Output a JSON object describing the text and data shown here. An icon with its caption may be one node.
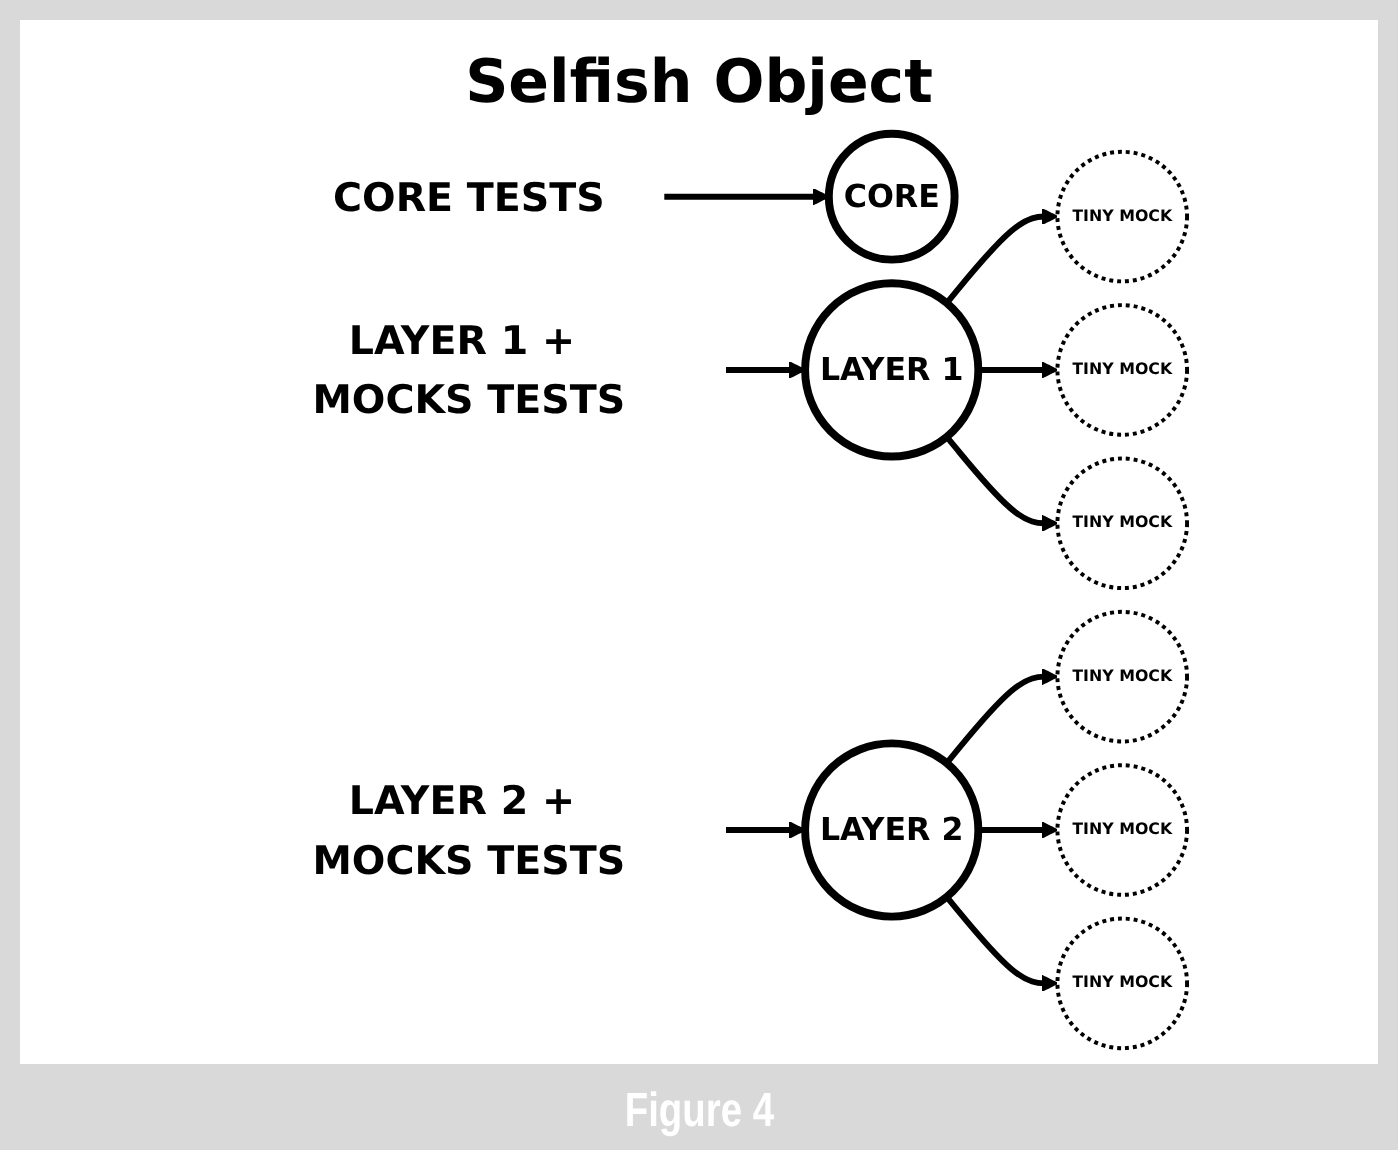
{
  "diagram": {
    "title": "Selfish Object",
    "caption": "Figure 4",
    "nodes": [
      {
        "text": [
          "CORE TESTS"
        ]
      },
      {
        "text": [
          "CORE"
        ]
      },
      {
        "text": [
          "LAYER 1 + MOCKS TESTS"
        ]
      },
      {
        "text": [
          "LAYER 1"
        ]
      },
      {
        "text": [
          "TINY MOCK"
        ]
      },
      {
        "text": [
          "TINY MOCK"
        ]
      },
      {
        "text": [
          "TINY MOCK"
        ]
      },
      {
        "text": [
          "LAYER 2 + MOCKS TESTS"
        ]
      },
      {
        "text": [
          "LAYER 2"
        ]
      },
      {
        "text": [
          "TINY MOCK"
        ]
      },
      {
        "text": [
          "TINY MOCK"
        ]
      },
      {
        "text": [
          "TINY MOCK"
        ]
      }
    ],
    "edges": [
      {
        "from": 0,
        "to": 1,
        "arrow": "to"
      },
      {
        "from": 2,
        "to": 3,
        "arrow": "to"
      },
      {
        "from": 3,
        "to": 4,
        "arrow": "to"
      },
      {
        "from": 3,
        "to": 5,
        "arrow": "to"
      },
      {
        "from": 3,
        "to": 6,
        "arrow": "to"
      },
      {
        "from": 7,
        "to": 8,
        "arrow": "to"
      },
      {
        "from": 8,
        "to": 9,
        "arrow": "to"
      },
      {
        "from": 8,
        "to": 10,
        "arrow": "to"
      },
      {
        "from": 8,
        "to": 11,
        "arrow": "to"
      }
    ]
  }
}
